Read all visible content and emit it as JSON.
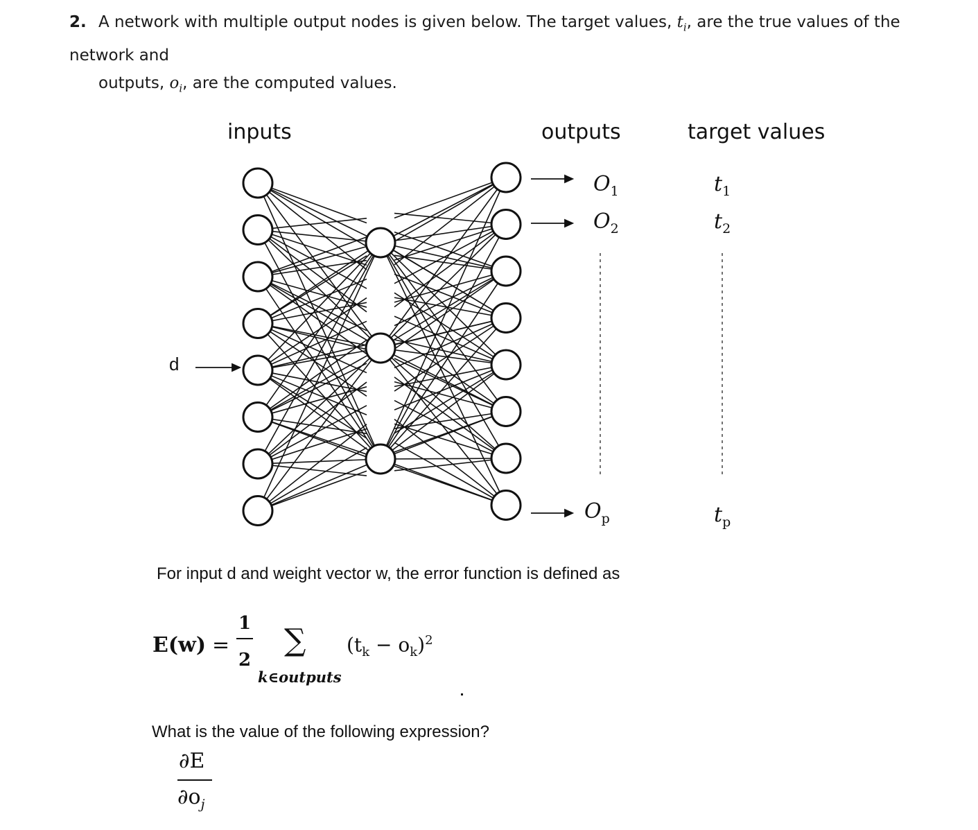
{
  "question": {
    "number": "2.",
    "line1": "A network with multiple output nodes is given below. The target values, ",
    "var_t": "t",
    "sub_i": "i",
    "line1b": ", are the true values of the network and",
    "line2a": "outputs, ",
    "var_o": "o",
    "line2b": ", are the computed values."
  },
  "diagram": {
    "inputs_label": "inputs",
    "outputs_label": "outputs",
    "targets_label": "target values",
    "d_label": "d",
    "outputs": [
      {
        "base": "O",
        "sub": "1"
      },
      {
        "base": "O",
        "sub": "2"
      },
      {
        "base": "O",
        "sub": "p"
      }
    ],
    "targets": [
      {
        "base": "t",
        "sub": "1"
      },
      {
        "base": "t",
        "sub": "2"
      },
      {
        "base": "t",
        "sub": "p"
      }
    ],
    "input_node_count": 8,
    "hidden_node_count": 3,
    "output_node_count": 8
  },
  "error_text": "For input d and weight vector w, the error function is defined as",
  "equation": {
    "lhs": "E(w)",
    "equals": "=",
    "frac_num": "1",
    "frac_den": "2",
    "sum": "∑",
    "sum_sub": "k∈outputs",
    "term": "(t",
    "term_k1": "k",
    "term_mid": " − o",
    "term_k2": "k",
    "term_end": ")",
    "power": "2"
  },
  "prompt": "What is the value of the following expression?",
  "derivative": {
    "num": "∂E",
    "den": "∂o",
    "den_sub": "j"
  }
}
